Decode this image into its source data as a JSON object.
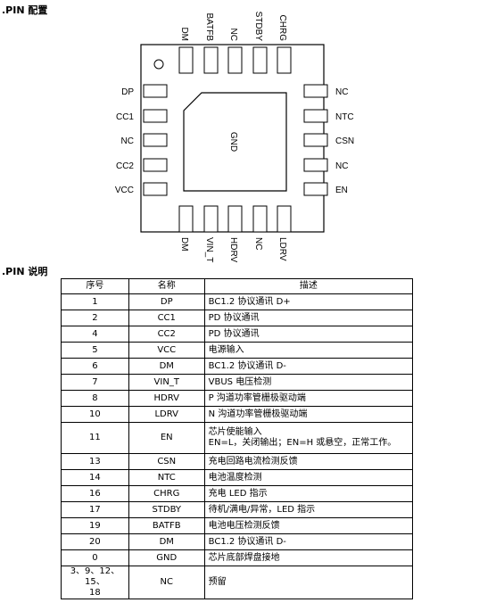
{
  "section1_title": ".PIN 配置",
  "section2_title": ".PIN 说明",
  "chip": {
    "center_label": "GND",
    "top_pins": [
      "DM",
      "BATFB",
      "NC",
      "STDBY",
      "CHRG"
    ],
    "bottom_pins": [
      "DM",
      "VIN_T",
      "HDRV",
      "NC",
      "LDRV"
    ],
    "left_pins": [
      "DP",
      "CC1",
      "NC",
      "CC2",
      "VCC"
    ],
    "right_pins": [
      "NC",
      "NTC",
      "CSN",
      "NC",
      "EN"
    ]
  },
  "table": {
    "headers": [
      "序号",
      "名称",
      "描述"
    ],
    "rows": [
      {
        "no": "1",
        "name": "DP",
        "desc": "BC1.2 协议通讯 D+"
      },
      {
        "no": "2",
        "name": "CC1",
        "desc": "PD 协议通讯"
      },
      {
        "no": "4",
        "name": "CC2",
        "desc": "PD 协议通讯"
      },
      {
        "no": "5",
        "name": "VCC",
        "desc": "电源输入"
      },
      {
        "no": "6",
        "name": "DM",
        "desc": "BC1.2 协议通讯 D-"
      },
      {
        "no": "7",
        "name": "VIN_T",
        "desc": "VBUS 电压检测"
      },
      {
        "no": "8",
        "name": "HDRV",
        "desc": "P 沟道功率管栅极驱动端"
      },
      {
        "no": "10",
        "name": "LDRV",
        "desc": "N 沟道功率管栅极驱动端"
      },
      {
        "no": "11",
        "name": "EN",
        "desc": "芯片使能输入\nEN=L，关闭输出；EN=H 或悬空，正常工作。"
      },
      {
        "no": "13",
        "name": "CSN",
        "desc": "充电回路电流检测反馈"
      },
      {
        "no": "14",
        "name": "NTC",
        "desc": "电池温度检测"
      },
      {
        "no": "16",
        "name": "CHRG",
        "desc": "充电 LED 指示"
      },
      {
        "no": "17",
        "name": "STDBY",
        "desc": "待机/满电/异常，LED 指示"
      },
      {
        "no": "19",
        "name": "BATFB",
        "desc": "电池电压检测反馈"
      },
      {
        "no": "20",
        "name": "DM",
        "desc": "BC1.2 协议通讯 D-"
      },
      {
        "no": "0",
        "name": "GND",
        "desc": "芯片底部焊盘接地"
      },
      {
        "no": "3、9、12、15、\n18",
        "name": "NC",
        "desc": "预留"
      }
    ]
  }
}
